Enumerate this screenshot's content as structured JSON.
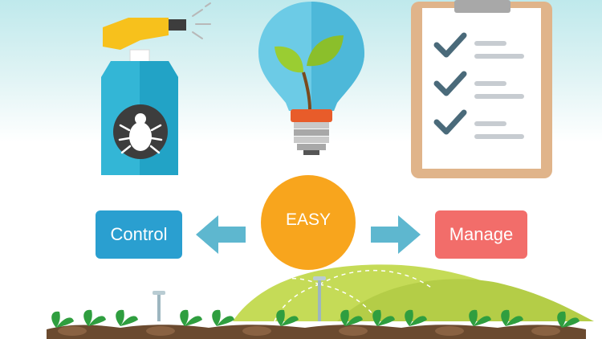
{
  "center": {
    "label": "EASY"
  },
  "left_box": {
    "label": "Control"
  },
  "right_box": {
    "label": "Manage"
  },
  "colors": {
    "control": "#2a9fd0",
    "manage": "#f26d6a",
    "easy": "#f8a51d",
    "arrow": "#5eb7cf",
    "bottle": "#33b6d6",
    "nozzle": "#f7c11c",
    "bulb": "#6ccbe6",
    "leaf": "#8cc63f",
    "clipboard": "#e0b48a",
    "hill": "#c5db57",
    "soil": "#6b4a2f"
  },
  "icons": [
    "spray-bottle-icon",
    "bug-icon",
    "light-bulb-icon",
    "sprout-icon",
    "clipboard-icon",
    "checkmark-icon",
    "sprinkler-icon"
  ]
}
